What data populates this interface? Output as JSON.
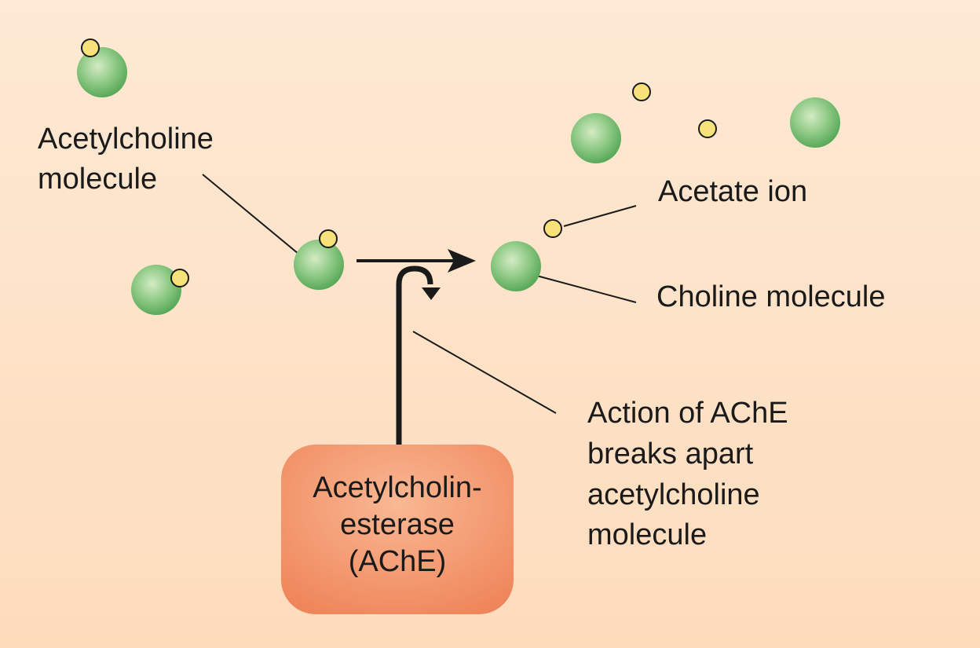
{
  "labels": {
    "acetylcholine_line1": "Acetylcholine",
    "acetylcholine_line2": "molecule",
    "acetate": "Acetate ion",
    "choline": "Choline molecule",
    "action_line1": "Action of AChE",
    "action_line2": "breaks apart",
    "action_line3": "acetylcholine",
    "action_line4": "molecule",
    "enzyme_line1": "Acetylcholin-",
    "enzyme_line2": "esterase",
    "enzyme_line3": "(AChE)"
  },
  "colors": {
    "background_top": "#fde9d4",
    "background_bottom": "#fddcbc",
    "choline": "#6db86a",
    "acetate": "#f7e27a",
    "enzyme": "#f08a62",
    "ink": "#1a1a1a"
  }
}
